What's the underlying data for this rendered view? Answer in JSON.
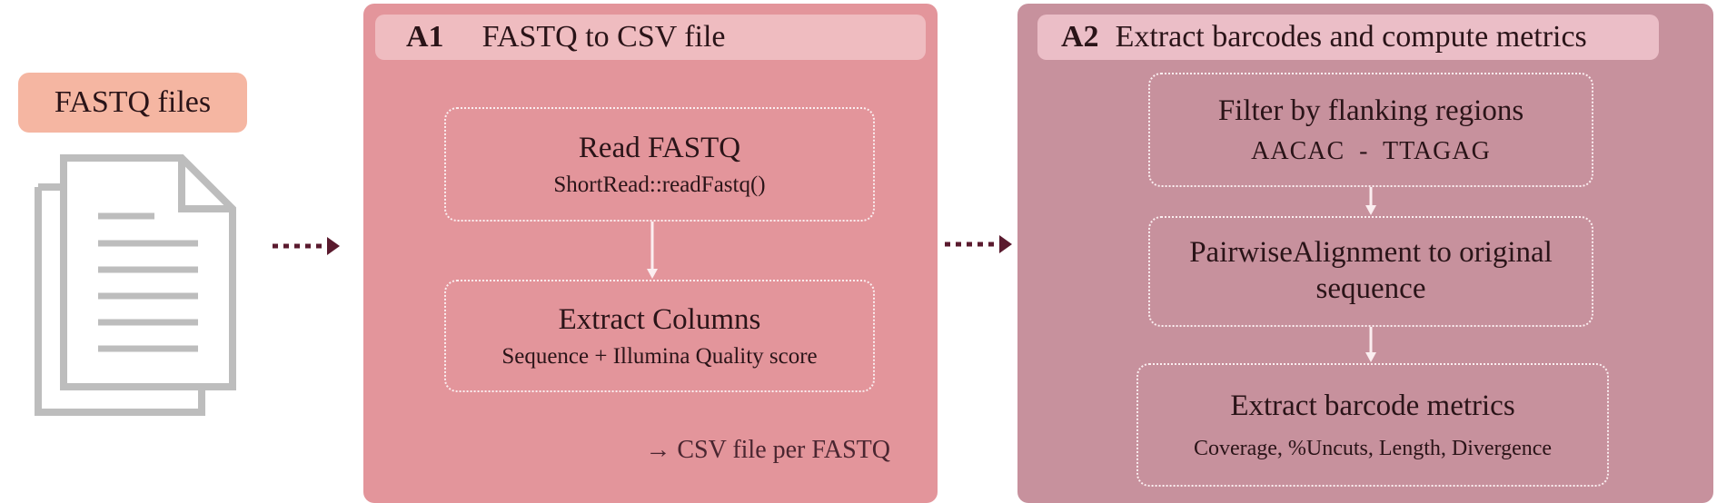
{
  "input": {
    "label": "FASTQ files",
    "icon": "document-stack-icon"
  },
  "colors": {
    "input_label_bg": "#f5b6a2",
    "panel_a1": "#e3959b",
    "panel_a2": "#c7919d",
    "flow_arrow": "#5a1a2e",
    "icon_gray": "#bdbdbd"
  },
  "panel_a1": {
    "id": "A1",
    "title": "FASTQ to CSV file",
    "steps": [
      {
        "title": "Read FASTQ",
        "detail": "ShortRead::readFastq()"
      },
      {
        "title": "Extract Columns",
        "detail": "Sequence + Illumina Quality score"
      }
    ],
    "output": "→ CSV file per FASTQ"
  },
  "panel_a2": {
    "id": "A2",
    "title": "Extract barcodes and compute metrics",
    "steps": [
      {
        "title": "Filter by flanking regions",
        "detail": "AACAC  -  TTAGAG"
      },
      {
        "title": "PairwiseAlignment to original sequence"
      },
      {
        "title": "Extract barcode metrics",
        "detail": "Coverage, %Uncuts, Length, Divergence"
      }
    ]
  }
}
